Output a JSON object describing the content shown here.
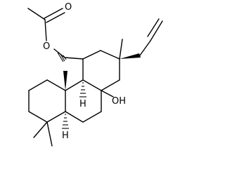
{
  "structure": {
    "atoms": {
      "ester_oxygen": "O",
      "carbonyl_oxygen": "O",
      "hydroxyl": "OH"
    },
    "stereo_hydrogens": [
      "H",
      "H"
    ]
  }
}
